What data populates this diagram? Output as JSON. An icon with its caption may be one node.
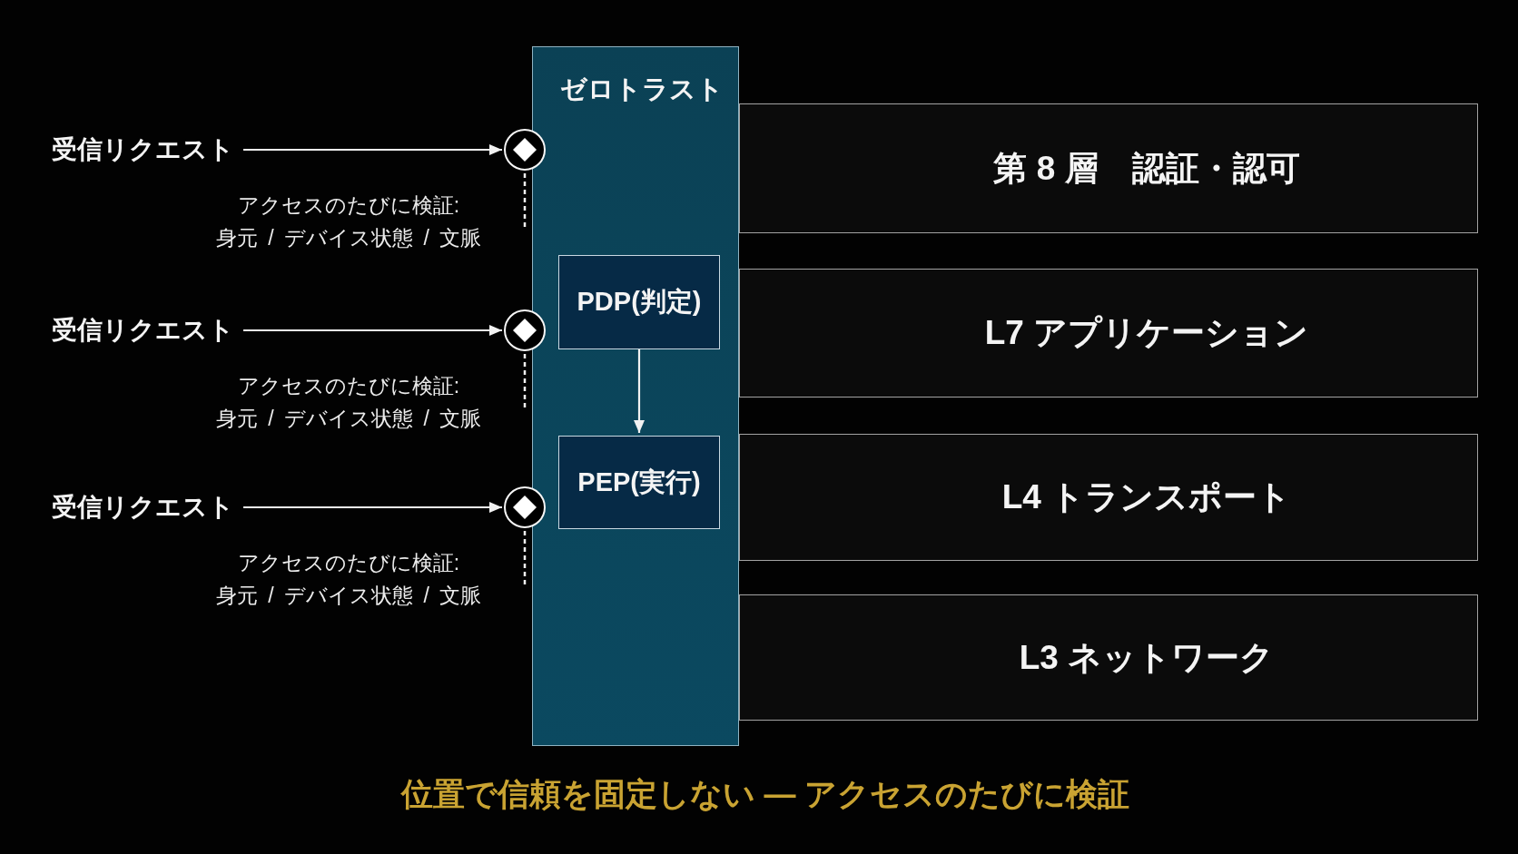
{
  "diagram": {
    "caption": "位置で信頼を固定しない — アクセスのたびに検証",
    "nodes": [
      {
        "text": [
          "ゼロトラスト"
        ]
      },
      {
        "text": [
          "受信リクエスト"
        ]
      },
      {
        "text": [],
        "shape": "circle",
        "beside": [
          "アクセスのたびに検証:",
          "身元 / デバイス状態 / 文脈"
        ]
      },
      {
        "text": [
          "受信リクエスト"
        ]
      },
      {
        "text": [],
        "shape": "circle",
        "beside": [
          "アクセスのたびに検証:",
          "身元 / デバイス状態 / 文脈"
        ]
      },
      {
        "text": [
          "受信リクエスト"
        ]
      },
      {
        "text": [],
        "shape": "circle",
        "beside": [
          "アクセスのたびに検証:",
          "身元 / デバイス状態 / 文脈"
        ]
      },
      {
        "text": [
          "PDP(判定)"
        ],
        "in": 0
      },
      {
        "text": [
          "PEP(実行)"
        ],
        "in": 0
      },
      {
        "text": [
          "第 8 層　認証・認可"
        ]
      },
      {
        "text": [
          "L7 アプリケーション"
        ]
      },
      {
        "text": [
          "L4 トランスポート"
        ]
      },
      {
        "text": [
          "L3 ネットワーク"
        ]
      }
    ],
    "edges": [
      {
        "from": 1,
        "to": 2,
        "arrow": "to"
      },
      {
        "from": 3,
        "to": 4,
        "arrow": "to"
      },
      {
        "from": 5,
        "to": 6,
        "arrow": "to"
      },
      {
        "from": 7,
        "to": 8,
        "arrow": "to"
      },
      {
        "from": 2,
        "to": 0,
        "arrow": "none",
        "style": "dashed"
      },
      {
        "from": 4,
        "to": 0,
        "arrow": "none",
        "style": "dashed"
      },
      {
        "from": 6,
        "to": 0,
        "arrow": "none",
        "style": "dashed"
      }
    ]
  }
}
